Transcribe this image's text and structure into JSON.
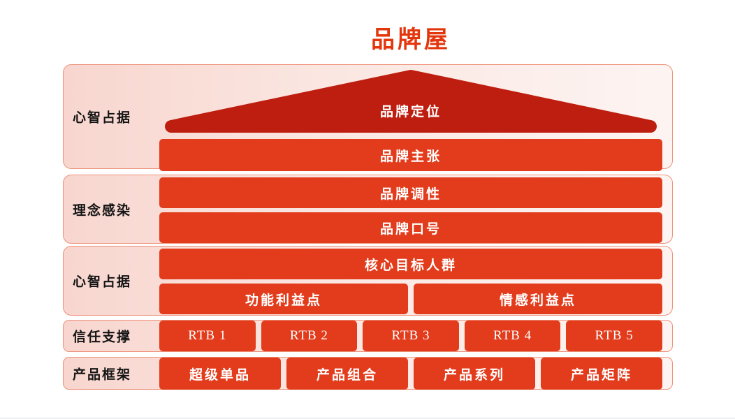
{
  "title": "品牌屋",
  "colors": {
    "title_red": "#e4360d",
    "roof_dark_red": "#be1e0f",
    "bar_red": "#e23c1c",
    "panel_pink_start": "#f8d6cf",
    "panel_pink_end": "#fdf4f2",
    "panel_border": "#ee9078",
    "label_text": "#141414",
    "bar_text": "#ffffff"
  },
  "sections": [
    {
      "label": "心智占据",
      "roof": "品牌定位",
      "rows": [
        [
          "品牌主张"
        ]
      ]
    },
    {
      "label": "理念感染",
      "rows": [
        [
          "品牌调性"
        ],
        [
          "品牌口号"
        ]
      ]
    },
    {
      "label": "心智占据",
      "rows": [
        [
          "核心目标人群"
        ],
        [
          "功能利益点",
          "情感利益点"
        ]
      ]
    },
    {
      "label": "信任支撑",
      "rows": [
        [
          "RTB 1",
          "RTB 2",
          "RTB 3",
          "RTB 4",
          "RTB 5"
        ]
      ]
    },
    {
      "label": "产品框架",
      "rows": [
        [
          "超级单品",
          "产品组合",
          "产品系列",
          "产品矩阵"
        ]
      ]
    }
  ]
}
